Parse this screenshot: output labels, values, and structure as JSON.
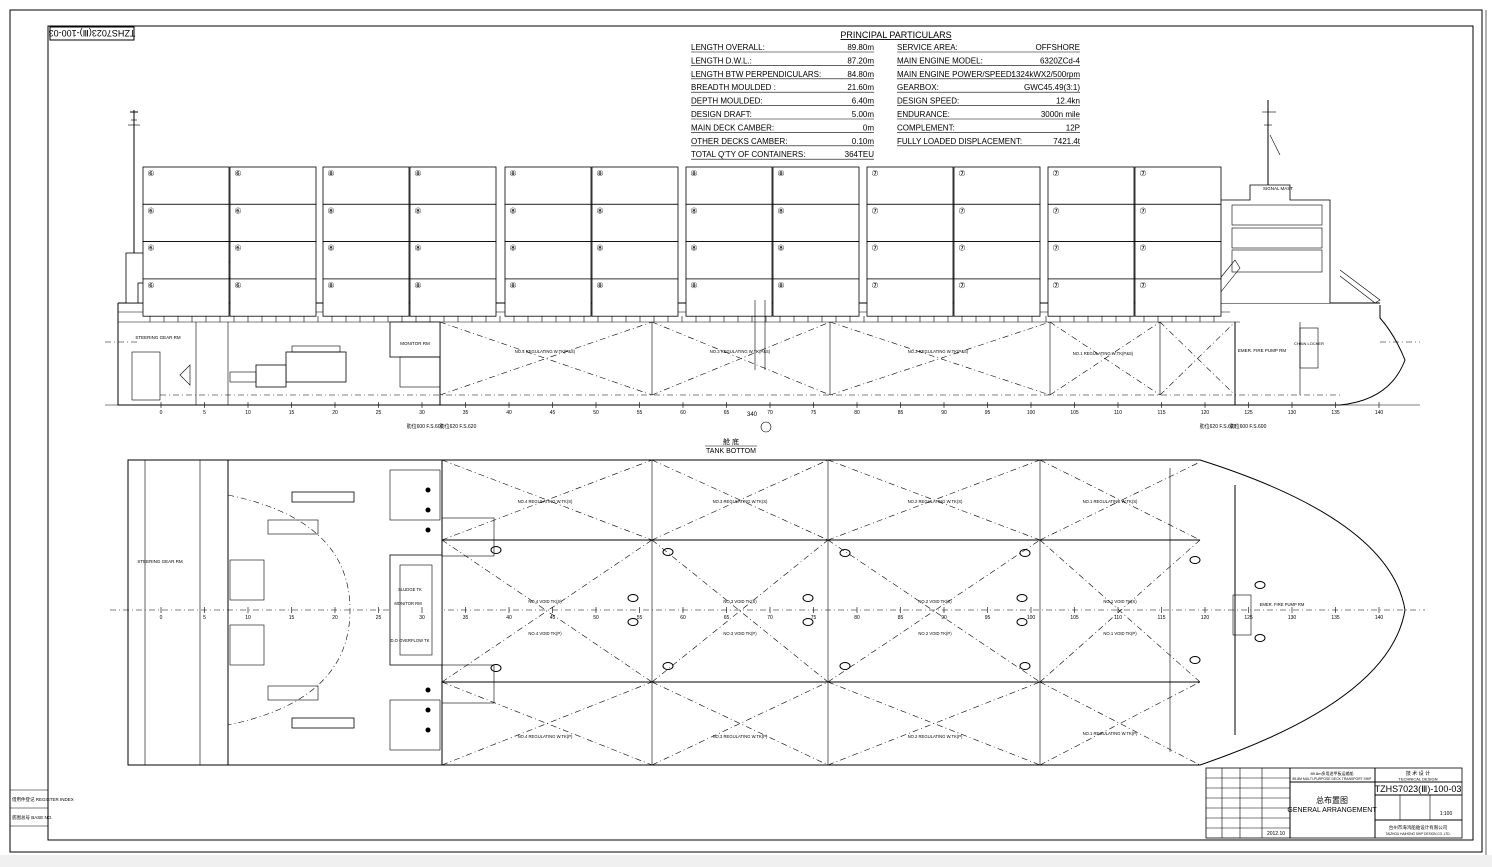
{
  "drawing_number_stamp": "TZHS7023(Ⅲ)-100-03",
  "particulars": {
    "title": "PRINCIPAL PARTICULARS",
    "left": [
      {
        "label": "LENGTH OVERALL:",
        "value": "89.80m"
      },
      {
        "label": "LENGTH D.W.L.:",
        "value": "87.20m"
      },
      {
        "label": "LENGTH BTW PERPENDICULARS:",
        "value": "84.80m"
      },
      {
        "label": "BREADTH MOULDED :",
        "value": "21.60m"
      },
      {
        "label": "DEPTH MOULDED:",
        "value": "6.40m"
      },
      {
        "label": "DESIGN DRAFT:",
        "value": "5.00m"
      },
      {
        "label": "MAIN DECK CAMBER:",
        "value": "0m"
      },
      {
        "label": "OTHER DECKS CAMBER:",
        "value": "0.10m"
      },
      {
        "label": "TOTAL Q'TY OF CONTAINERS:",
        "value": "364TEU"
      }
    ],
    "right": [
      {
        "label": "SERVICE AREA:",
        "value": "OFFSHORE"
      },
      {
        "label": "MAIN ENGINE MODEL:",
        "value": "6320ZCd-4"
      },
      {
        "label": "MAIN ENGINE POWER/SPEED:",
        "value": "1324kWX2/500rpm"
      },
      {
        "label": "GEARBOX:",
        "value": "GWC45.49(3:1)"
      },
      {
        "label": "DESIGN SPEED:",
        "value": "12.4kn"
      },
      {
        "label": "ENDURANCE:",
        "value": "3000n mile"
      },
      {
        "label": "COMPLEMENT:",
        "value": "12P"
      },
      {
        "label": "FULLY LOADED DISPLACEMENT:",
        "value": "7421.4t"
      }
    ]
  },
  "container_marks": [
    "⑥",
    "⑥",
    "⑧",
    "⑧",
    "⑧",
    "⑧",
    "⑧",
    "⑧",
    "⑦",
    "⑦"
  ],
  "profile_labels": {
    "steering": "STEERING GEAR RM",
    "monitor": "MONITOR RM",
    "no4_reg": "NO.4 REGULATING W.TK(P&S)",
    "no3_reg": "NO.3 REGULATING W.TK(P&S)",
    "no2_reg": "NO.2 REGULATING W.TK(P&S)",
    "no1_reg": "NO.1 REGULATING W.TK(P&S)",
    "fire_pump": "EMER. FIRE PUMP RM",
    "chain_locker": "CHAIN LOCKER",
    "bulk_a": "肋位600 F.S.600",
    "bulk_b": "肋位620 F.S.620",
    "tank_bottom_cn": "舱 底",
    "tank_bottom": "TANK BOTTOM",
    "frame_340": "340"
  },
  "frame_numbers": [
    "0",
    "5",
    "10",
    "15",
    "20",
    "25",
    "30",
    "35",
    "40",
    "45",
    "50",
    "55",
    "60",
    "65",
    "70",
    "75",
    "80",
    "85",
    "90",
    "95",
    "100",
    "105",
    "110",
    "115",
    "120",
    "125",
    "130",
    "135",
    "140"
  ],
  "plan_labels": {
    "steering": "STEERING GEAR RM",
    "monitor": "MONITOR RM",
    "void_4": "NO.4 VOID TK(S)",
    "void_3": "NO.3 VOID TK(S)",
    "void_2": "NO.2 VOID TK(S)",
    "void_1": "NO.1 VOID TK(S)",
    "void_4p": "NO.4 VOID TK(P)",
    "void_3p": "NO.3 VOID TK(P)",
    "void_2p": "NO.2 VOID TK(P)",
    "void_1p": "NO.1 VOID TK(P)",
    "reg_4s": "NO.4 REGULATING W.TK(S)",
    "reg_3s": "NO.3 REGULATING W.TK(S)",
    "reg_2s": "NO.2 REGULATING W.TK(S)",
    "reg_1s": "NO.1 REGULATING W.TK(S)",
    "reg_4p": "NO.4 REGULATING W.TK(P)",
    "reg_3p": "NO.3 REGULATING W.TK(P)",
    "reg_2p": "NO.2 REGULATING W.TK(P)",
    "reg_1p": "NO.1 REGULATING W.TK(P)",
    "fire_pump": "EMER. FIRE PUMP RM",
    "overflow": "D.O OVERFLOW TK",
    "sludge": "SLUDGE TK"
  },
  "title_block": {
    "project_cn": "89.8m多用途甲板运输船",
    "project_en": "89.8M MULTI-PURPOSE DECK TRANSPORT SHIP",
    "stage_cn": "技 术 设 计",
    "stage_en": "TECHNICAL DESIGN",
    "drawing_no": "TZHS7023(Ⅲ)-100-03",
    "title_cn": "总布置图",
    "title_en": "GENERAL ARRANGEMENT",
    "scale": "1:100",
    "date": "2012.10",
    "company": "台州市海鸿船舶设计有限公司",
    "company_en": "TAIZHOU HAIHONG SHIP DESIGN CO.,LTD."
  },
  "margin_notes": [
    "借用件登记 REGISTER INDEX",
    "底图总号 BASE NO."
  ]
}
